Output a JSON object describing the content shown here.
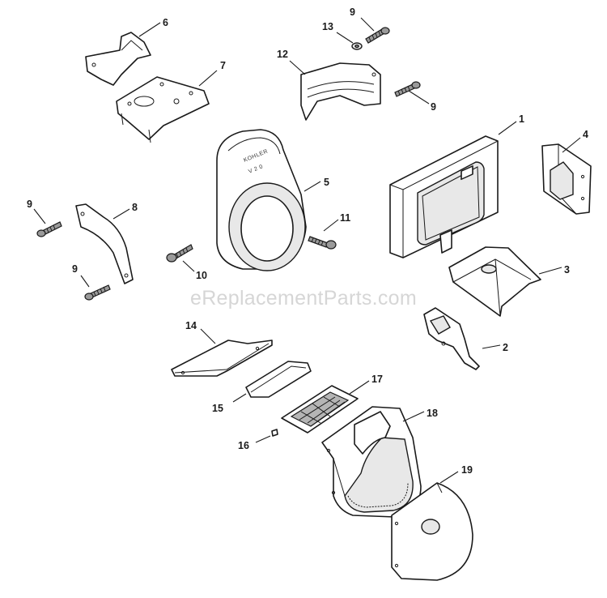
{
  "watermark": "eReplacementParts.com",
  "shroud_brand_top": "KOHLER",
  "shroud_brand_bottom": "V 2 0",
  "callouts": {
    "c1": "1",
    "c2": "2",
    "c3": "3",
    "c4": "4",
    "c5": "5",
    "c6": "6",
    "c7": "7",
    "c8": "8",
    "c9a": "9",
    "c9b": "9",
    "c9c": "9",
    "c9d": "9",
    "c10": "10",
    "c11": "11",
    "c12": "12",
    "c13": "13",
    "c14": "14",
    "c15": "15",
    "c16": "16",
    "c17": "17",
    "c18": "18",
    "c19": "19"
  }
}
